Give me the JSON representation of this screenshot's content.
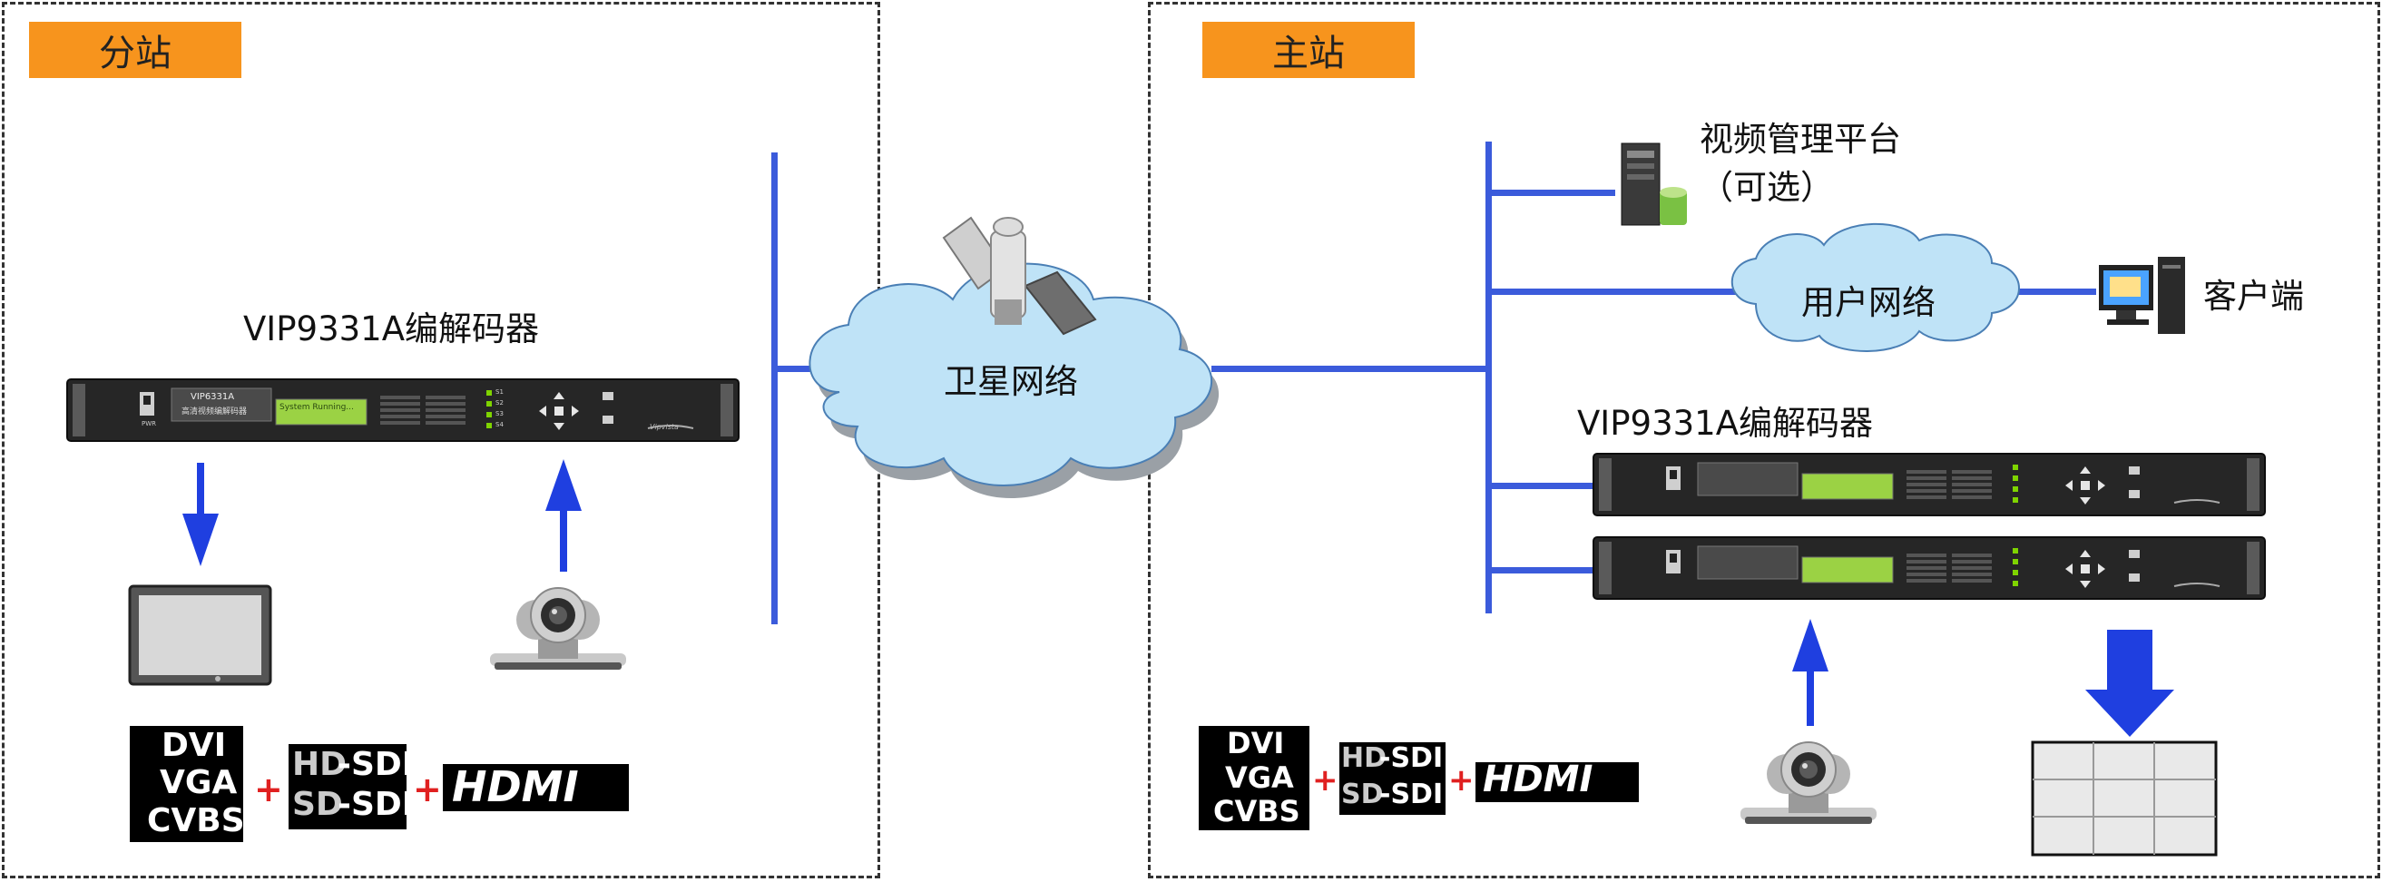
{
  "substation": {
    "label": "分站",
    "codec_title": "VIP9331A编解码器",
    "io": {
      "dvi": "DVI",
      "vga": "VGA",
      "cvbs": "CVBS",
      "hd": "HD",
      "sd": "SD",
      "sdi": "-SDI",
      "hdmi": "HDMI",
      "plus": "+"
    }
  },
  "network": {
    "satellite_label": "卫星网络"
  },
  "main_station": {
    "label": "主站",
    "platform_line1": "视频管理平台",
    "platform_line2": "（可选）",
    "user_network": "用户网络",
    "client": "客户端",
    "codec_title": "VIP9331A编解码器",
    "io": {
      "dvi": "DVI",
      "vga": "VGA",
      "cvbs": "CVBS",
      "hd": "HD",
      "sd": "SD",
      "sdi": "-SDI",
      "hdmi": "HDMI",
      "plus": "+"
    }
  },
  "device": {
    "model": "VIP6331A",
    "subtitle": "高清视频编解码器",
    "lcd": "System Running...",
    "pwr": "PWR",
    "ch1": "S1",
    "ch2": "S2",
    "ch3": "S3",
    "ch4": "S4",
    "brand": "Vipvista"
  },
  "colors": {
    "bus": "#3b5bdb",
    "label_bg": "#f7941d",
    "cloud": "#bfe3f7",
    "arrow": "#1f3fe0"
  }
}
